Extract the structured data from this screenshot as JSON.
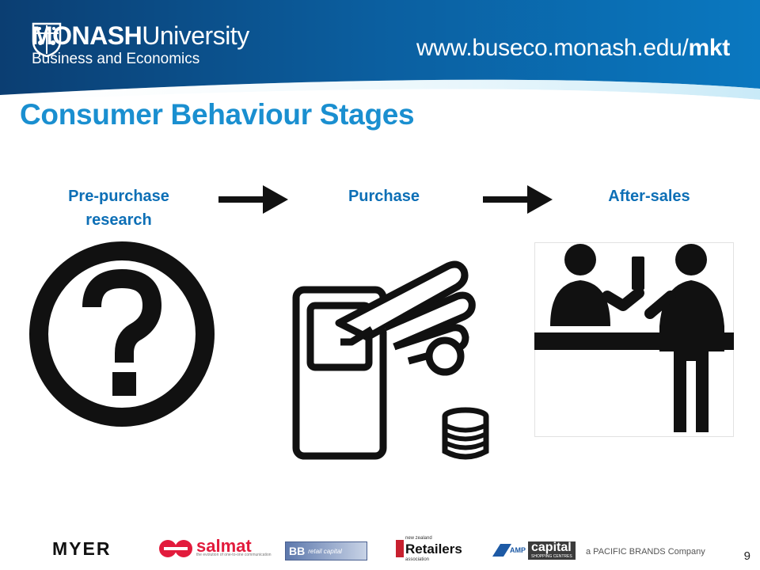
{
  "header": {
    "brand_strong": "MONASH",
    "brand_rest": "University",
    "brand_sub": "Business and Economics",
    "url_prefix": "www.buseco.monash.edu/",
    "url_suffix": "mkt"
  },
  "slide": {
    "title": "Consumer Behaviour Stages",
    "stages": [
      {
        "label_line1": "Pre-purchase",
        "label_line2": "research",
        "icon": "question-mark-icon"
      },
      {
        "label": "Purchase",
        "icon": "card-payment-icon"
      },
      {
        "label": "After-sales",
        "icon": "service-counter-icon"
      }
    ],
    "page_number": "9"
  },
  "sponsors": {
    "myer": "MYER",
    "salmat": "salmat",
    "salmat_tag": "the evolution of one-to-one communication",
    "bb": "BB",
    "bb_sub": "retail capital",
    "nzra_top": "new zealand",
    "nzra_main": "Retailers",
    "nzra_sub": "association",
    "amp_logo": "AMP",
    "amp_main": "capital",
    "amp_sub": "SHOPPING CENTRES",
    "pacific": "a PACIFIC BRANDS Company"
  },
  "colors": {
    "header_blue": "#0b5a98",
    "title_blue": "#1a8fd0",
    "label_blue": "#0d6fb6"
  }
}
